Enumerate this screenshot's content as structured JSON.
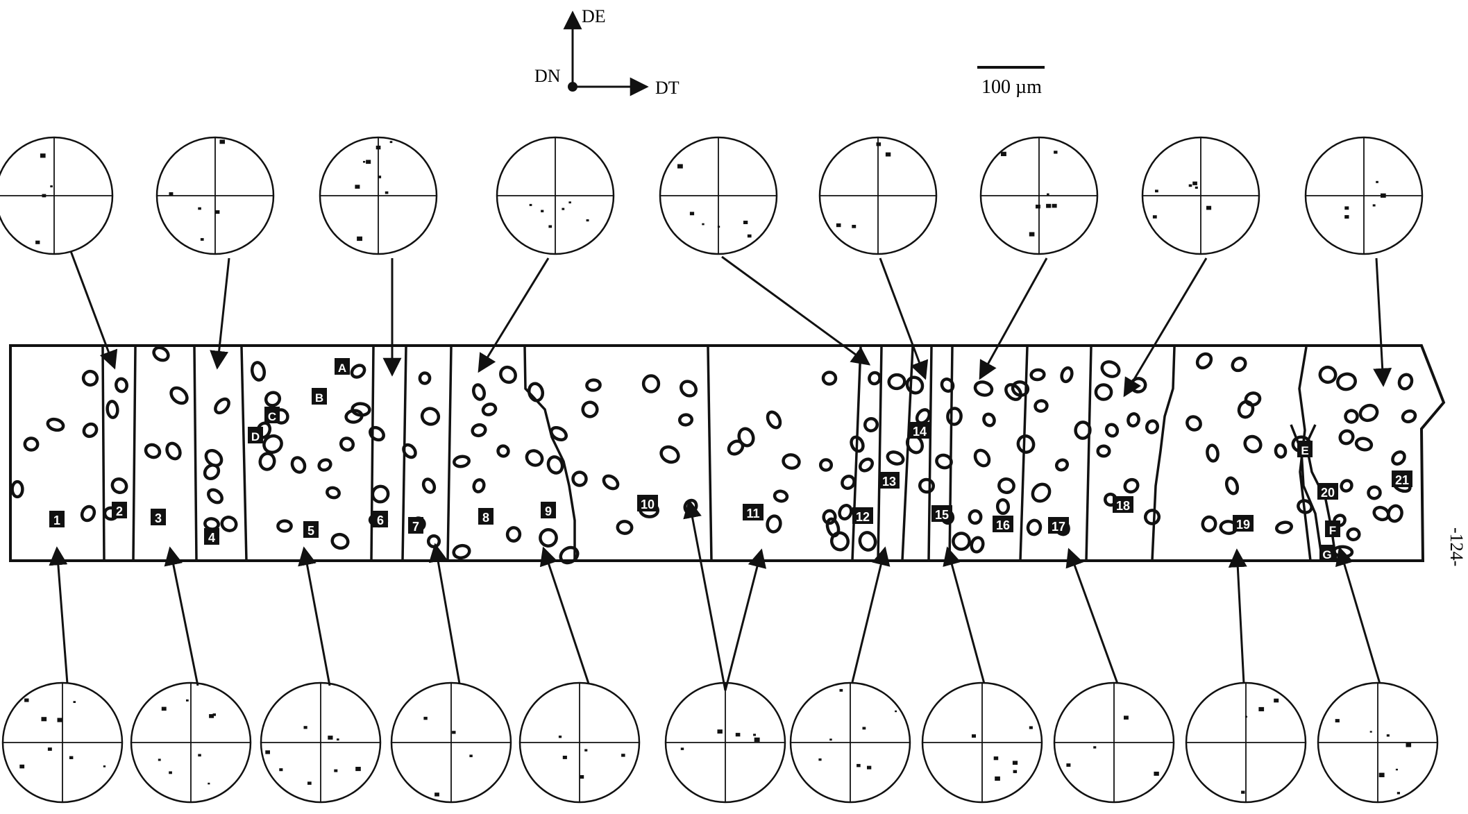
{
  "axes": {
    "up_label": "DE",
    "origin_label": "DN",
    "right_label": "DT"
  },
  "scale_bar": {
    "label": "100 µm",
    "length_um": 100
  },
  "page_number": "-124-",
  "grain_labels": [
    "1",
    "2",
    "3",
    "4",
    "5",
    "6",
    "7",
    "8",
    "9",
    "10",
    "11",
    "12",
    "13",
    "14",
    "15",
    "16",
    "17",
    "18",
    "19",
    "20",
    "21"
  ],
  "letter_labels": [
    "A",
    "B",
    "C",
    "D",
    "E",
    "F",
    "G"
  ],
  "pole_figures": {
    "top_count": 9,
    "bottom_count": 11
  },
  "colors": {
    "ink": "#111111",
    "paper": "#ffffff"
  }
}
